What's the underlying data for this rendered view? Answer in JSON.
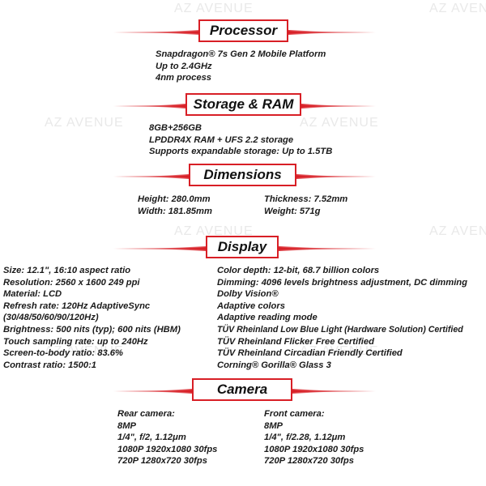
{
  "watermark": "AZ AVENUE",
  "sections": {
    "processor": {
      "title": "Processor",
      "lines": [
        "Snapdragon® 7s Gen 2 Mobile Platform",
        "Up to 2.4GHz",
        "4nm process"
      ]
    },
    "storage": {
      "title": "Storage & RAM",
      "lines": [
        "8GB+256GB",
        "LPDDR4X RAM + UFS 2.2 storage",
        "Supports expandable storage: Up to 1.5TB"
      ]
    },
    "dimensions": {
      "title": "Dimensions",
      "left": [
        "Height: 280.0mm",
        "Width: 181.85mm"
      ],
      "right": [
        "Thickness: 7.52mm",
        "Weight: 571g"
      ]
    },
    "display": {
      "title": "Display",
      "left": [
        "Size: 12.1\", 16:10 aspect ratio",
        "Resolution: 2560 x 1600 249 ppi",
        "Material: LCD",
        "Refresh rate: 120Hz AdaptiveSync",
        "(30/48/50/60/90/120Hz)",
        "Brightness: 500 nits (typ); 600 nits (HBM)",
        "Touch sampling rate: up to 240Hz",
        "Screen-to-body ratio: 83.6%",
        "Contrast ratio: 1500:1"
      ],
      "right": [
        "Color depth: 12-bit, 68.7 billion colors",
        "Dimming: 4096 levels brightness adjustment, DC dimming",
        "Dolby Vision®",
        "Adaptive colors",
        "Adaptive reading mode",
        "TÜV Rheinland Low Blue Light (Hardware Solution) Certified",
        "TÜV Rheinland Flicker Free Certified",
        "TÜV Rheinland Circadian Friendly Certified",
        "Corning® Gorilla® Glass 3"
      ]
    },
    "camera": {
      "title": "Camera",
      "left": [
        "Rear camera:",
        "8MP",
        "1/4\", f/2, 1.12μm",
        "1080P 1920x1080 30fps",
        "720P 1280x720 30fps"
      ],
      "right": [
        "Front camera:",
        "8MP",
        "1/4\", f/2.28, 1.12μm",
        "1080P 1920x1080 30fps",
        "720P 1280x720 30fps"
      ]
    }
  }
}
